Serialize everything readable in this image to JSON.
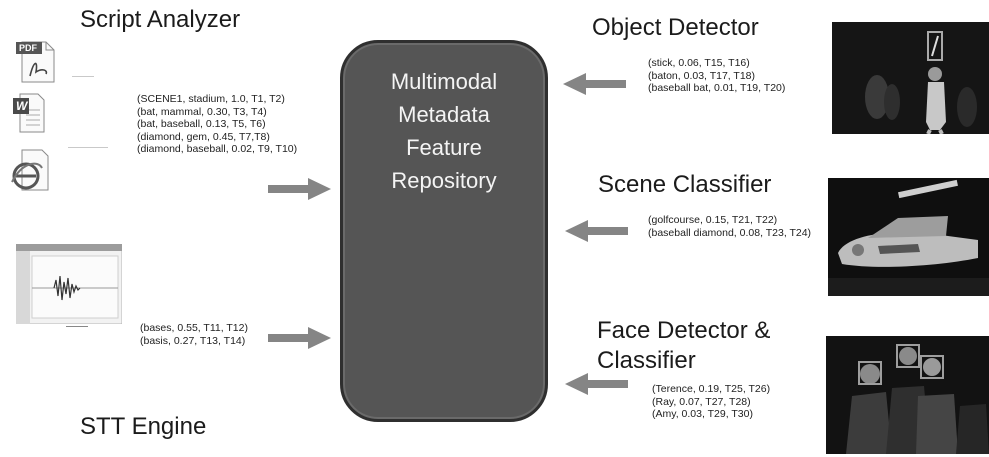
{
  "script_analyzer": {
    "title": "Script Analyzer",
    "entries": [
      "(SCENE1, stadium, 1.0, T1, T2)",
      "(bat, mammal, 0.30, T3, T4)",
      "(bat, baseball, 0.13, T5, T6)",
      "(diamond, gem, 0.45, T7,T8)",
      "(diamond, baseball, 0.02, T9, T10)"
    ],
    "pdf_icon_label": "PDF",
    "word_icon_label": "W"
  },
  "stt_engine": {
    "title": "STT Engine",
    "entries": [
      "(bases, 0.55, T11, T12)",
      "(basis, 0.27, T13, T14)"
    ]
  },
  "repository": {
    "lines": [
      "Multimodal",
      "Metadata",
      "Feature",
      "Repository"
    ]
  },
  "object_detector": {
    "title": "Object Detector",
    "entries": [
      "(stick, 0.06, T15, T16)",
      "(baton, 0.03, T17, T18)",
      "(baseball bat, 0.01, T19, T20)"
    ]
  },
  "scene_classifier": {
    "title": "Scene Classifier",
    "entries": [
      "(golfcourse, 0.15, T21, T22)",
      "(baseball diamond, 0.08, T23, T24)"
    ]
  },
  "face_detector": {
    "title_line1": "Face Detector &",
    "title_line2": "Classifier",
    "entries": [
      "(Terence, 0.19, T25, T26)",
      "(Ray, 0.07, T27, T28)",
      "(Amy, 0.03, T29, T30)"
    ]
  },
  "colors": {
    "repository_fill": "#555555",
    "arrow": "#858585"
  }
}
